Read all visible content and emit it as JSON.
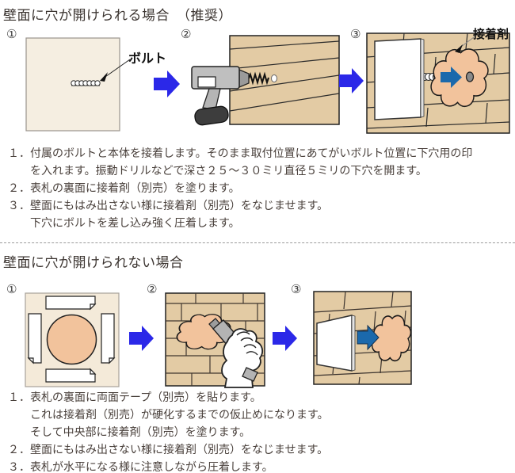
{
  "section1": {
    "heading": "壁面に穴が開けられる場合　（推奨）",
    "steps": [
      "①",
      "②",
      "③"
    ],
    "bolt_label": "ボルト",
    "adhesive_label": "接着剤",
    "instructions": [
      "１．付属のボルトと本体を接着します。そのまま取付位置にあてがいボルト位置に下穴用の印",
      "を入れます。振動ドリルなどで深さ２５～３０ミリ直径５ミリの下穴を開ます。",
      "２．表札の裏面に接着剤（別売）を塗ります。",
      "３．壁面にもはみ出さない様に接着剤（別売）をなじませます。",
      "下穴にボルトを差し込み強く圧着します。"
    ]
  },
  "section2": {
    "heading": "壁面に穴が開けられない場合",
    "steps": [
      "①",
      "②",
      "③"
    ],
    "instructions": [
      "１．表札の裏面に両面テープ（別売）を貼ります。",
      "これは接着剤（別売）が硬化するまでの仮止めになります。",
      "そして中央部に接着剤（別売）を塗ります。",
      "２．壁面にもはみ出さない様に接着剤（別売）をなじませます。",
      "３．表札が水平になる様に注意しながら圧着します。"
    ]
  },
  "colors": {
    "arrow_blue": "#2b28e8",
    "steel_blue": "#1b69ac",
    "wall_tan": "#e3cba4",
    "panel_cream": "#f5eee1",
    "tape_panel": "#f4ead9",
    "adhesive_peach": "#f2c39c"
  }
}
